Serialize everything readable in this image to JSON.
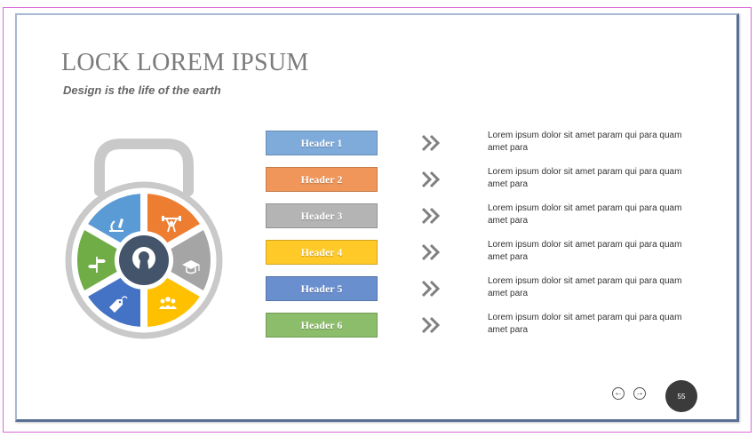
{
  "slide": {
    "title": "LOCK LOREM IPSUM",
    "subtitle": "Design is the life of the earth",
    "page_number": "55"
  },
  "lock": {
    "segments": [
      {
        "icon": "microscope-icon",
        "color": "#5b9bd5"
      },
      {
        "icon": "weightlifter-icon",
        "color": "#ed7d31"
      },
      {
        "icon": "graduation-cap-icon",
        "color": "#a5a5a5"
      },
      {
        "icon": "people-group-icon",
        "color": "#ffc000"
      },
      {
        "icon": "price-tag-icon",
        "color": "#4472c4"
      },
      {
        "icon": "signpost-icon",
        "color": "#70ad47"
      }
    ],
    "center_color": "#44546a",
    "shackle_color": "#c9c9c9"
  },
  "rows": [
    {
      "header": "Header 1",
      "color": "#7fabdb",
      "text": "Lorem ipsum dolor sit amet param qui para quam amet para"
    },
    {
      "header": "Header 2",
      "color": "#f0965b",
      "text": "Lorem ipsum dolor sit amet param qui para quam amet para"
    },
    {
      "header": "Header 3",
      "color": "#b4b4b4",
      "text": "Lorem ipsum dolor sit amet param qui para quam amet para"
    },
    {
      "header": "Header 4",
      "color": "#ffca28",
      "text": "Lorem ipsum dolor sit amet param qui para quam amet para"
    },
    {
      "header": "Header 5",
      "color": "#6a8fcf",
      "text": "Lorem ipsum dolor sit amet param qui para quam amet para"
    },
    {
      "header": "Header 6",
      "color": "#8cbd6a",
      "text": "Lorem ipsum dolor sit amet param qui para quam amet para"
    }
  ],
  "navigation": {
    "prev_icon": "arrow-left-circle-icon",
    "next_icon": "arrow-right-circle-icon"
  }
}
